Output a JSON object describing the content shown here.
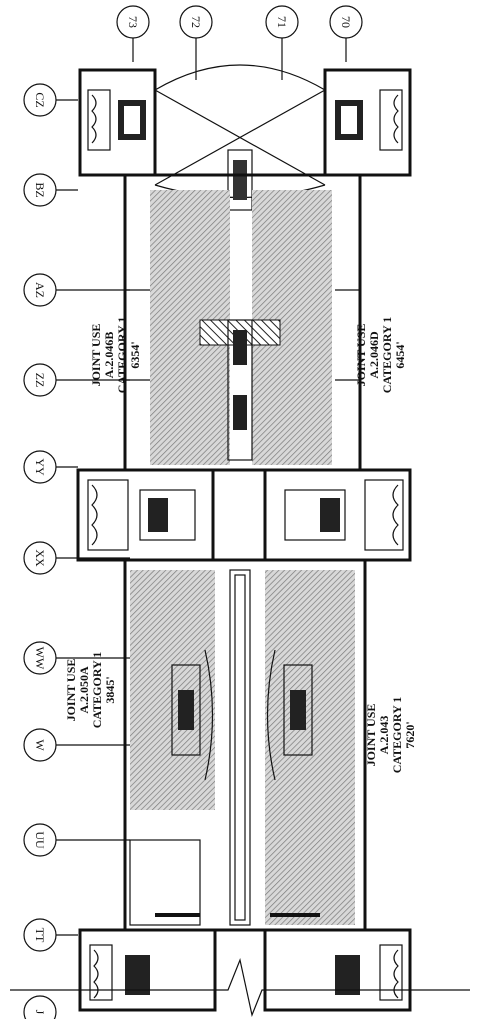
{
  "grid_labels": {
    "row1": [
      "73",
      "72",
      "71",
      "70"
    ],
    "left": [
      "CZ",
      "BZ",
      "AZ",
      "ZZ",
      "YY",
      "XX",
      "WW",
      "W",
      "UU",
      "TT",
      "J"
    ]
  },
  "areas": {
    "a2046b": {
      "line1": "JOINT USE",
      "line2": "A.2.046B",
      "line3": "CATEGORY 1",
      "line4": "6354'"
    },
    "a2046d": {
      "line1": "JOINT USE",
      "line2": "A.2.046D",
      "line3": "CATEGORY 1",
      "line4": "6454'"
    },
    "a2050a": {
      "line1": "JOINT USE",
      "line2": "A.2.050A",
      "line3": "CATEGORY 1",
      "line4": "3845'"
    },
    "a2043": {
      "line1": "JOINT USE",
      "line2": "A.2.043",
      "line3": "CATEGORY 1",
      "line4": "7620'"
    }
  }
}
